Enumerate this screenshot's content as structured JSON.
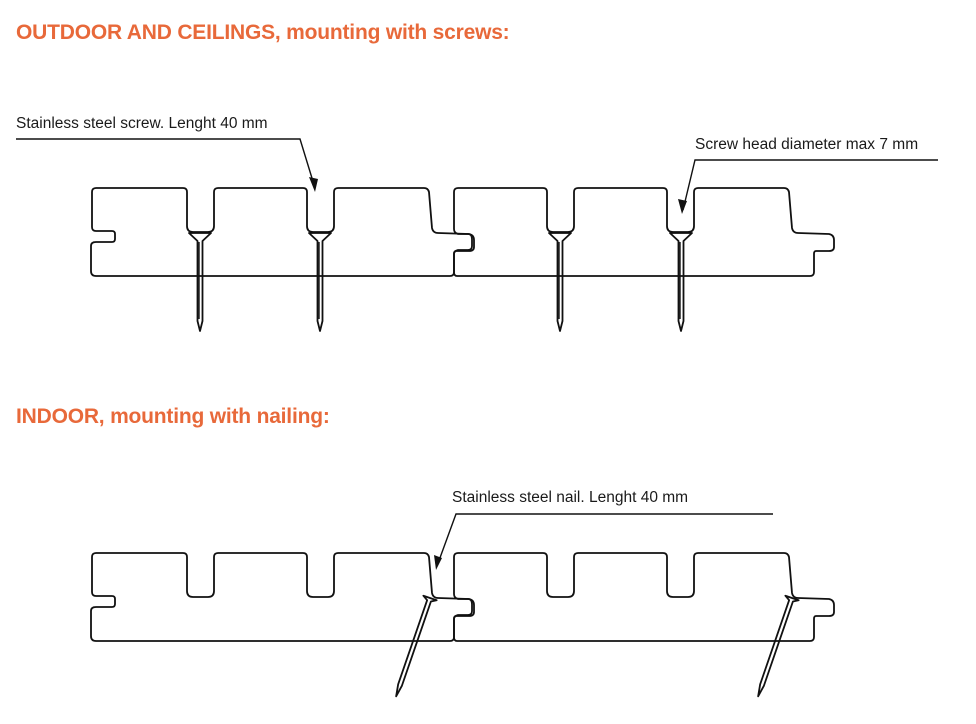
{
  "headings": {
    "outdoor": "OUTDOOR AND CEILINGS, mounting with screws:",
    "indoor": "INDOOR, mounting with nailing:"
  },
  "labels": {
    "screw": "Stainless steel screw. Lenght 40 mm",
    "screw_head": "Screw head diameter max 7 mm",
    "nail": "Stainless steel nail. Lenght 40 mm"
  },
  "colors": {
    "heading": "#e8693a",
    "line": "#111111"
  }
}
